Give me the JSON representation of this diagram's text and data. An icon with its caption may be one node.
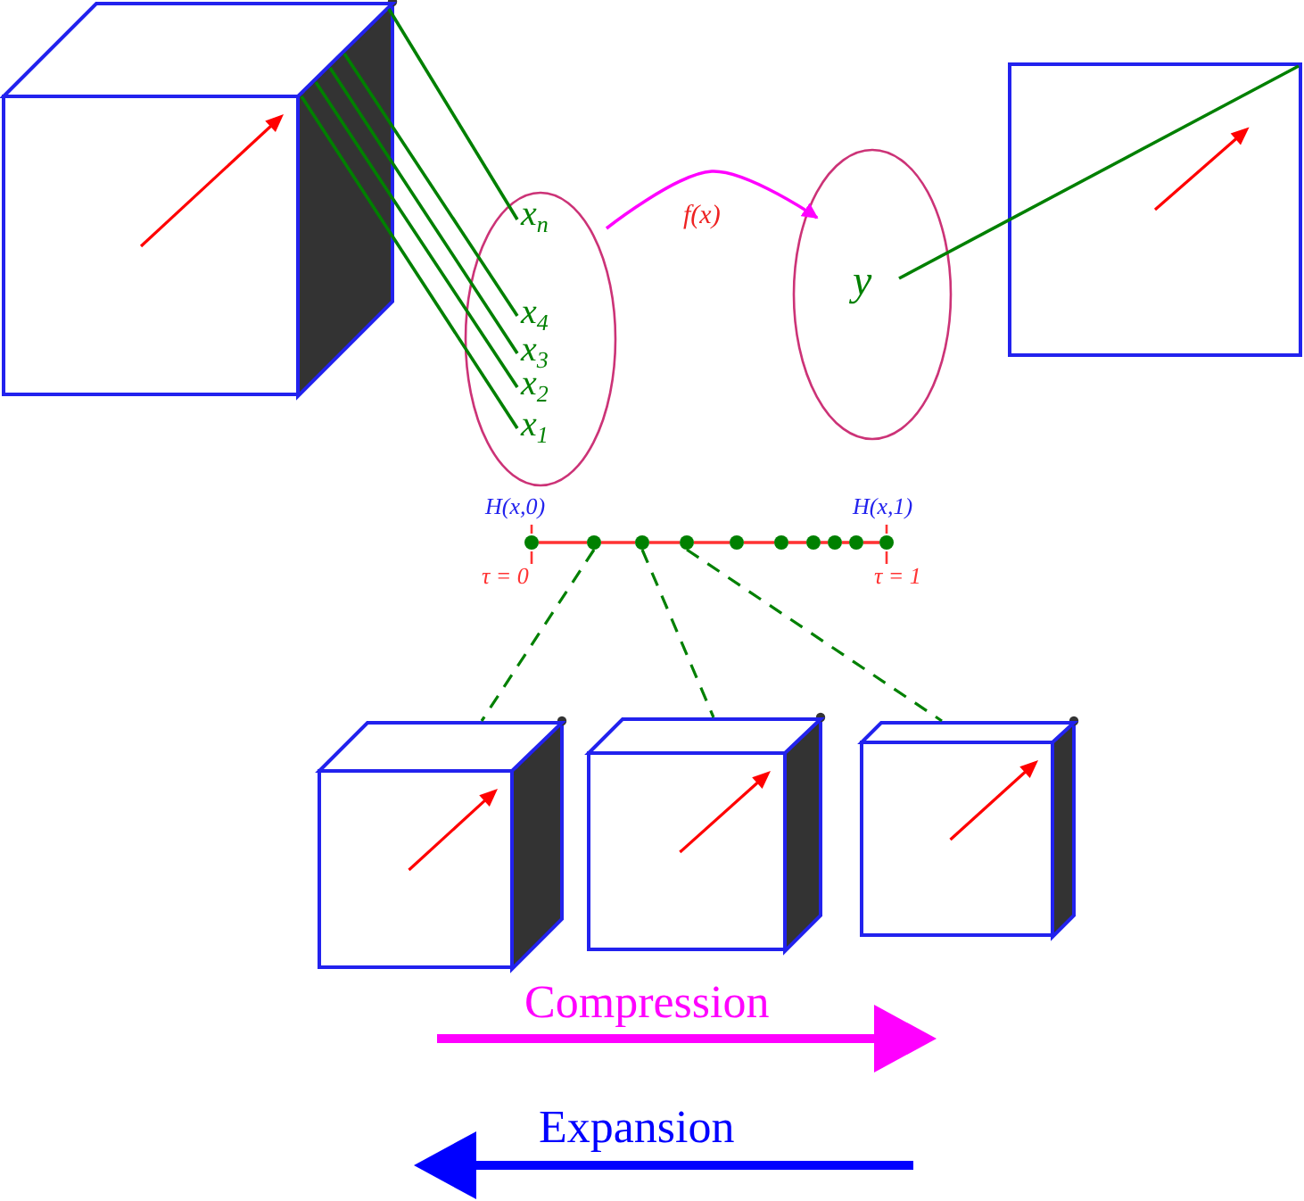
{
  "diagram": {
    "nodes": [
      {
        "text": [],
        "shape": "cube"
      },
      {
        "text": [],
        "shape": "ellipse"
      },
      {
        "text": [
          "x$_{n}$"
        ],
        "in": 1
      },
      {
        "text": [
          "x$_{4}$"
        ],
        "in": 1
      },
      {
        "text": [
          "x$_{3}$"
        ],
        "in": 1
      },
      {
        "text": [
          "x$_{2}$"
        ],
        "in": 1
      },
      {
        "text": [
          "x$_{1}$"
        ],
        "in": 1
      },
      {
        "text": [],
        "shape": "ellipse"
      },
      {
        "text": [
          "y"
        ],
        "in": 7
      },
      {
        "text": [],
        "shape": "box"
      },
      {
        "text": [],
        "shape": "circle",
        "beside": [
          "H(x,0)",
          "τ = 0"
        ]
      },
      {
        "text": [],
        "shape": "circle"
      },
      {
        "text": [],
        "shape": "circle"
      },
      {
        "text": [],
        "shape": "circle"
      },
      {
        "text": [],
        "shape": "circle"
      },
      {
        "text": [],
        "shape": "circle"
      },
      {
        "text": [],
        "shape": "circle"
      },
      {
        "text": [],
        "shape": "circle"
      },
      {
        "text": [],
        "shape": "circle"
      },
      {
        "text": [],
        "shape": "circle",
        "beside": [
          "H(x,1)",
          "τ = 1"
        ]
      },
      {
        "text": [],
        "shape": "cube"
      },
      {
        "text": [],
        "shape": "cube"
      },
      {
        "text": [],
        "shape": "cube"
      }
    ],
    "edges": [
      {
        "from": 0,
        "to": 2,
        "arrow": "none"
      },
      {
        "from": 0,
        "to": 3,
        "arrow": "none"
      },
      {
        "from": 0,
        "to": 4,
        "arrow": "none"
      },
      {
        "from": 0,
        "to": 5,
        "arrow": "none"
      },
      {
        "from": 0,
        "to": 6,
        "arrow": "none"
      },
      {
        "from": 1,
        "to": 7,
        "arrow": "to",
        "label": "f(x)",
        "color": "#ff00ff"
      },
      {
        "from": 8,
        "to": 9,
        "arrow": "none"
      },
      {
        "from": 10,
        "to": 11,
        "arrow": "none",
        "color": "#ff3333"
      },
      {
        "from": 11,
        "to": 12,
        "arrow": "none",
        "color": "#ff3333"
      },
      {
        "from": 12,
        "to": 13,
        "arrow": "none",
        "color": "#ff3333"
      },
      {
        "from": 13,
        "to": 14,
        "arrow": "none",
        "color": "#ff3333"
      },
      {
        "from": 14,
        "to": 15,
        "arrow": "none",
        "color": "#ff3333"
      },
      {
        "from": 15,
        "to": 16,
        "arrow": "none",
        "color": "#ff3333"
      },
      {
        "from": 16,
        "to": 17,
        "arrow": "none",
        "color": "#ff3333"
      },
      {
        "from": 17,
        "to": 18,
        "arrow": "none",
        "color": "#ff3333"
      },
      {
        "from": 18,
        "to": 19,
        "arrow": "none",
        "color": "#ff3333"
      },
      {
        "from": 11,
        "to": 20,
        "arrow": "none",
        "style": "dashed"
      },
      {
        "from": 12,
        "to": 21,
        "arrow": "none",
        "style": "dashed"
      },
      {
        "from": 13,
        "to": 22,
        "arrow": "none",
        "style": "dashed"
      }
    ],
    "labels": [
      "Compression",
      "Expansion"
    ]
  }
}
